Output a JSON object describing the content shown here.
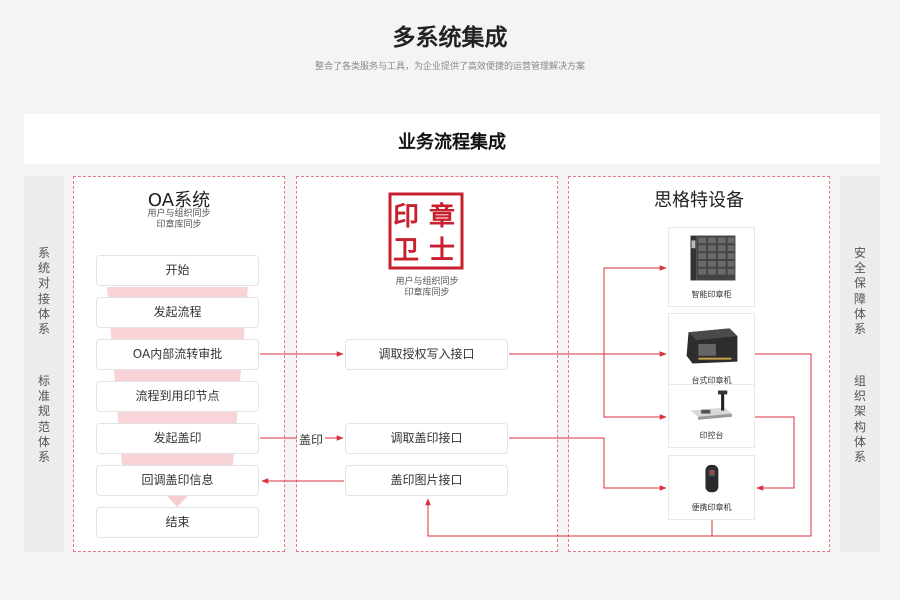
{
  "header": {
    "title": "多系统集成",
    "subtitle": "整合了各类服务与工具，为企业提供了高效便捷的运营管理解决方案"
  },
  "banner": {
    "title": "业务流程集成"
  },
  "left_side": {
    "text1": "系统对接体系",
    "text2": "标准规范体系"
  },
  "right_side": {
    "text1": "安全保障体系",
    "text2": "组织架构体系"
  },
  "oa": {
    "title": "OA系统",
    "sub1": "用户与组织同步",
    "sub2": "印章库同步",
    "steps": [
      "开始",
      "发起流程",
      "OA内部流转审批",
      "流程到用印节点",
      "发起盖印",
      "回调盖印信息",
      "结束"
    ]
  },
  "middle": {
    "logo_text": "印章卫士",
    "sub1": "用户与组织同步",
    "sub2": "印章库同步",
    "apis": [
      "调取授权写入接口",
      "调取盖印接口",
      "盖印图片接口"
    ],
    "stamp_label": "盖印"
  },
  "devices": {
    "title": "思格特设备",
    "items": [
      {
        "name": "智能印章柜",
        "icon": "seal-cabinet-icon"
      },
      {
        "name": "台式印章机",
        "icon": "desktop-seal-machine-icon"
      },
      {
        "name": "印控台",
        "icon": "seal-console-icon"
      },
      {
        "name": "便携印章机",
        "icon": "portable-seal-machine-icon"
      }
    ]
  },
  "colors": {
    "accent": "#c8202f",
    "arrow": "#d9323f",
    "funnel": "#f7cdd1",
    "dashed": "#e07b84"
  }
}
